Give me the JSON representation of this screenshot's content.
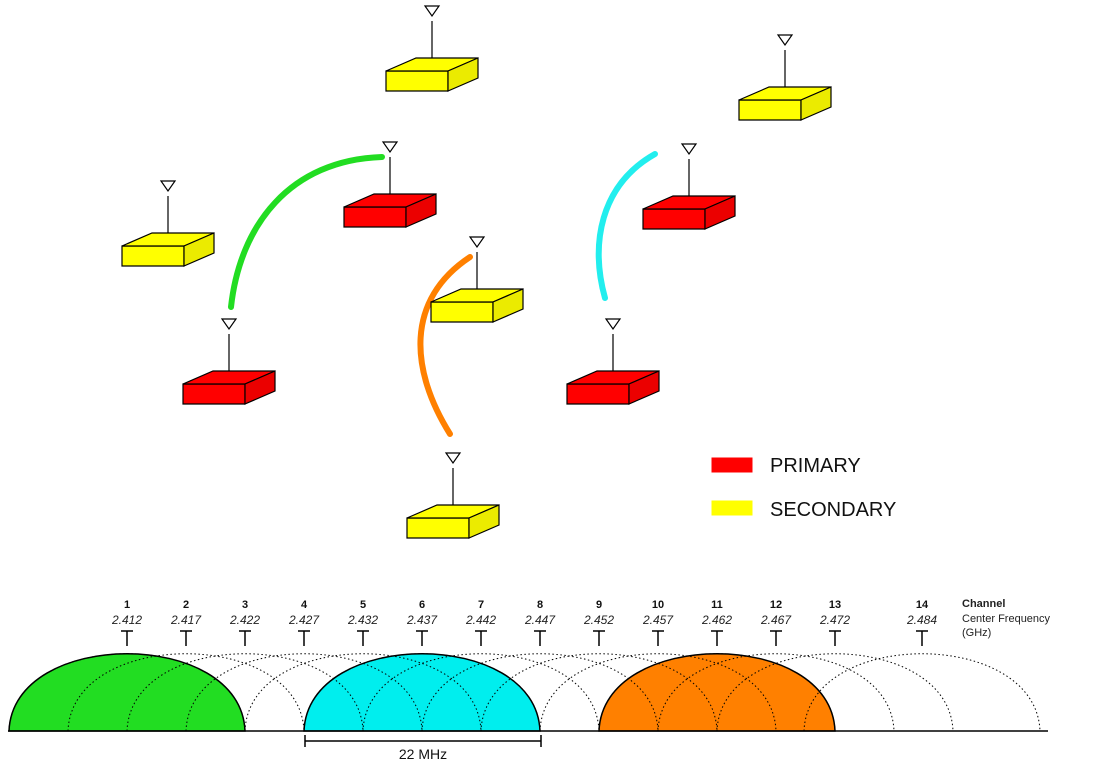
{
  "colors": {
    "primary": "#ff0000",
    "secondary": "#ffff00",
    "link_green": "#22dd22",
    "link_cyan": "#22eeee",
    "link_orange": "#ff8000",
    "band_green": "#22dd22",
    "band_cyan": "#00eeee",
    "band_orange": "#ff8000"
  },
  "legend": {
    "primary_label": "PRIMARY",
    "secondary_label": "SECONDARY"
  },
  "devices": [
    {
      "role": "secondary"
    },
    {
      "role": "secondary"
    },
    {
      "role": "primary"
    },
    {
      "role": "secondary"
    },
    {
      "role": "primary"
    },
    {
      "role": "secondary"
    },
    {
      "role": "primary"
    },
    {
      "role": "primary"
    },
    {
      "role": "secondary"
    }
  ],
  "links": [
    {
      "color": "green"
    },
    {
      "color": "cyan"
    },
    {
      "color": "orange"
    }
  ],
  "spectrum": {
    "header": {
      "channel": "Channel",
      "center_frequency_line1": "Center Frequency",
      "center_frequency_line2": "(GHz)"
    },
    "channels": [
      {
        "number": "1",
        "freq": "2.412"
      },
      {
        "number": "2",
        "freq": "2.417"
      },
      {
        "number": "3",
        "freq": "2.422"
      },
      {
        "number": "4",
        "freq": "2.427"
      },
      {
        "number": "5",
        "freq": "2.432"
      },
      {
        "number": "6",
        "freq": "2.437"
      },
      {
        "number": "7",
        "freq": "2.442"
      },
      {
        "number": "8",
        "freq": "2.447"
      },
      {
        "number": "9",
        "freq": "2.452"
      },
      {
        "number": "10",
        "freq": "2.457"
      },
      {
        "number": "11",
        "freq": "2.462"
      },
      {
        "number": "12",
        "freq": "2.467"
      },
      {
        "number": "13",
        "freq": "2.472"
      },
      {
        "number": "14",
        "freq": "2.484"
      }
    ],
    "highlighted_channels": [
      {
        "channel": "1",
        "color": "band_green"
      },
      {
        "channel": "6",
        "color": "band_cyan"
      },
      {
        "channel": "11",
        "color": "band_orange"
      }
    ],
    "span_label": "22 MHz"
  }
}
